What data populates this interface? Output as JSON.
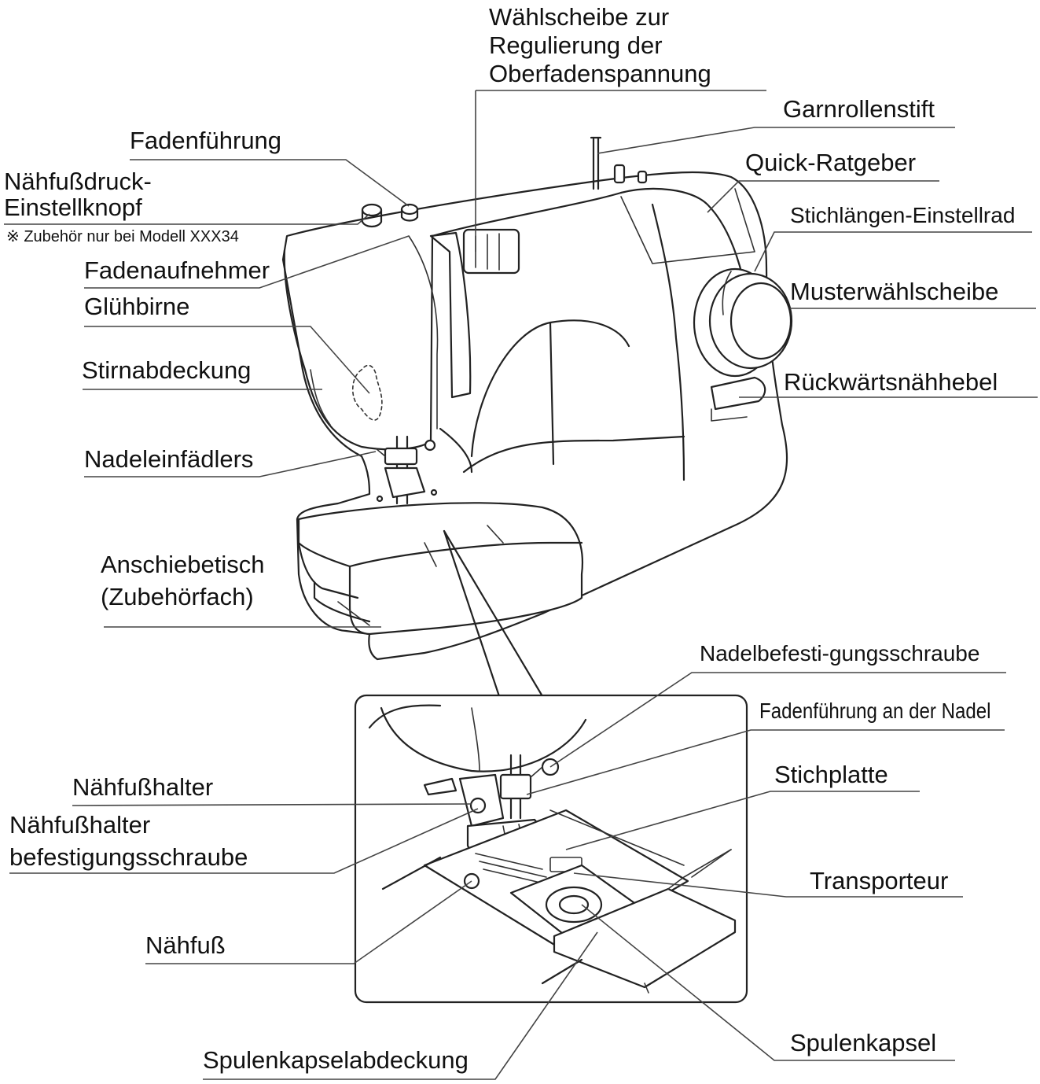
{
  "diagram": {
    "labels": {
      "waehlscheibe_1": "Wählscheibe zur",
      "waehlscheibe_2": "Regulierung der",
      "waehlscheibe_3": "Oberfadenspannung",
      "garnrollenstift": "Garnrollenstift",
      "fadenfuehrung": "Fadenführung",
      "quick_ratgeber": "Quick-Ratgeber",
      "naehfussdruck_1": "Nähfußdruck-",
      "naehfussdruck_2": "Einstellknopf",
      "zubehoer_note": "※   Zubehör nur bei Modell XXX34",
      "stichlaengen": "Stichlängen-Einstellrad",
      "fadenaufnehmer": "Fadenaufnehmer",
      "musterwaehlscheibe": "Musterwählscheibe",
      "gluehbirne": "Glühbirne",
      "stirnabdeckung": "Stirnabdeckung",
      "rueckwaerts": "Rückwärtsnähhebel",
      "nadeleinfaedlers": "Nadeleinfädlers",
      "anschiebetisch_1": "Anschiebetisch",
      "anschiebetisch_2": "(Zubehörfach)",
      "nadelbefestigung": "Nadelbefesti-gungsschraube",
      "fadenfuehrung_nadel": "Fadenführung an der Nadel",
      "naehfusshalter": "Nähfußhalter",
      "stichplatte": "Stichplatte",
      "naehfusshalter_schraube_1": "Nähfußhalter",
      "naehfusshalter_schraube_2": "befestigungsschraube",
      "transporteur": "Transporteur",
      "naehfuss": "Nähfuß",
      "spulenkapsel": "Spulenkapsel",
      "spulenkapselabdeckung": "Spulenkapselabdeckung"
    }
  }
}
